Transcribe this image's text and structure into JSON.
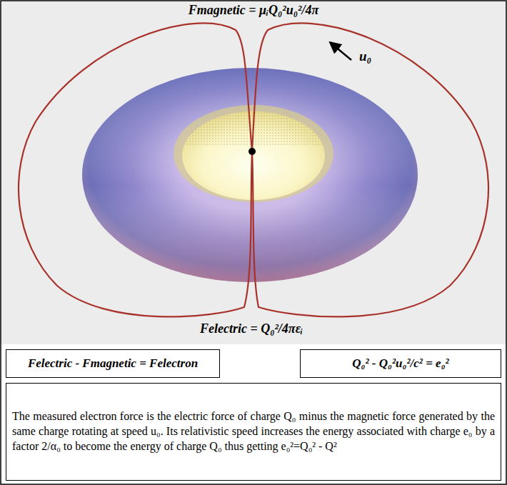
{
  "diagram": {
    "nodes": [
      {
        "text": [
          "Felectric - Fmagnetic = Felectron"
        ]
      },
      {
        "text": [
          "Q₀² - Q₀²u₀²/c² = e₀²"
        ]
      },
      {
        "text": [
          "The measured electron force is the electric force of charge Q₀ minus the magnetic force generated by the same charge rotating at speed u₀. Its relativistic speed increases the energy associated with charge e₀ by a factor 2/α₀ to become the energy of charge Q₀ thus getting e₀²=Q₀² - Q²"
        ]
      }
    ],
    "labels": [
      "Fmagnetic = μᵢQ₀²u₀²/4π",
      "u₀",
      "Felectric = Q₀²/4πεᵢ"
    ]
  }
}
